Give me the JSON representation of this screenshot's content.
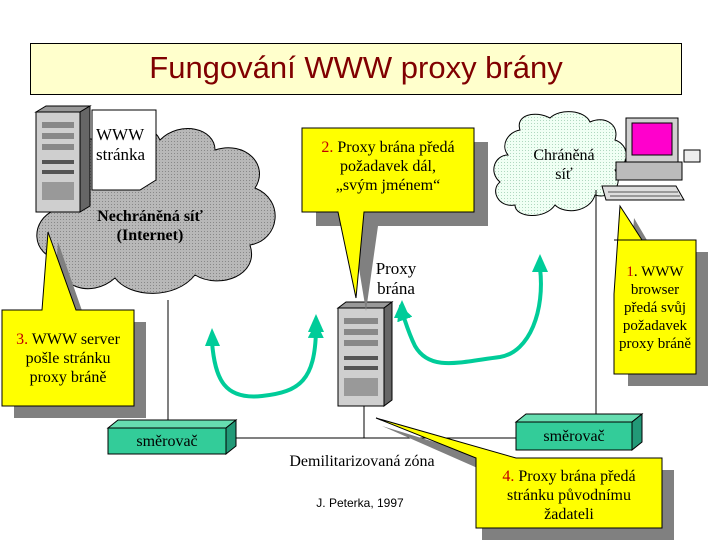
{
  "title": "Fungování WWW proxy brány",
  "server_page": {
    "line1": "WWW",
    "line2": "stránka"
  },
  "internet": {
    "line1": "Nechráněná síť",
    "line2": "(Internet)"
  },
  "protected": {
    "line1": "Chráněná",
    "line2": "síť"
  },
  "proxy": {
    "line1": "Proxy",
    "line2": "brána"
  },
  "router_left": "směrovač",
  "router_right": "směrovač",
  "dmz": "Demilitarizovaná zóna",
  "author": "J. Peterka, 1997",
  "callouts": [
    {
      "num": "1",
      "lines": [
        ". WWW",
        "browser",
        "předá svůj",
        "požadavek",
        "proxy bráně"
      ]
    },
    {
      "num": "2.",
      "lines": [
        " Proxy brána předá",
        "požadavek dál,",
        "„svým jménem“"
      ]
    },
    {
      "num": "3.",
      "lines": [
        " WWW server",
        "pošle stránku",
        "proxy bráně"
      ]
    },
    {
      "num": "4.",
      "lines": [
        " Proxy brána předá",
        "stránku původnímu",
        "žadateli"
      ]
    }
  ],
  "colors": {
    "callout": "#ffff00",
    "router": "#33cc99",
    "arrow": "#00cc99",
    "title_bg": "#ffffcc",
    "title_text": "#800000",
    "number": "#c00000",
    "internet_cloud": "#c0c0c0",
    "protected_cloud": "#e8fff0"
  }
}
